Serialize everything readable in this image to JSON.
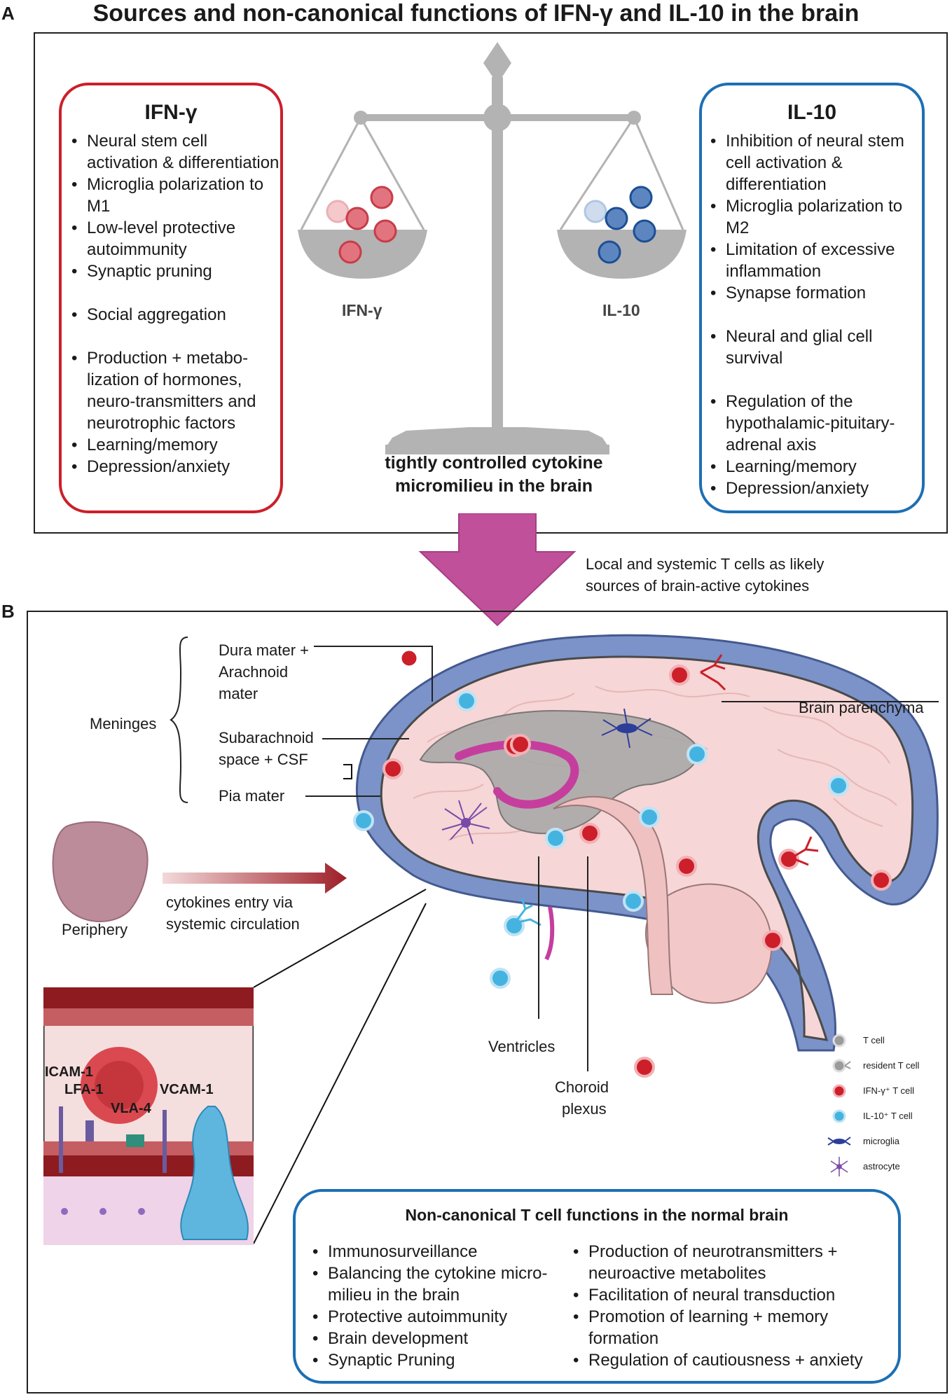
{
  "panelA": {
    "letter": "A",
    "title": "Sources and non-canonical functions of IFN-γ and IL-10 in the brain",
    "ifn_box": {
      "heading": "IFN-γ",
      "items": [
        "Neural stem cell activation & differentiation",
        "Microglia polarization to M1",
        "Low-level protective autoimmunity",
        "Synaptic pruning",
        "Social aggregation",
        "Production + metabo-lization of hormones, neuro-transmitters and neurotrophic factors",
        "Learning/memory",
        "Depression/anxiety"
      ],
      "color": "#cc1f2a"
    },
    "il10_box": {
      "heading": "IL-10",
      "items": [
        "Inhibition of neural stem cell activation & differentiation",
        "Microglia polarization to M2",
        "Limitation of excessive inflammation",
        "Synapse formation",
        "Neural and glial cell survival",
        "Regulation of the hypothalamic-pituitary-adrenal axis",
        "Learning/memory",
        "Depression/anxiety"
      ],
      "color": "#1c6fb5"
    },
    "scale": {
      "left_label": "IFN-γ",
      "right_label": "IL-10",
      "caption_line1": "tightly controlled cytokine",
      "caption_line2": "micromilieu in the brain"
    },
    "arrow_caption_line1": "Local and systemic T cells as likely",
    "arrow_caption_line2": "sources of brain-active cytokines"
  },
  "panelB": {
    "letter": "B",
    "meninges": "Meninges",
    "dura": "Dura mater +",
    "arachnoid1": "Arachnoid",
    "arachnoid2": "mater",
    "subarachnoid1": "Subarachnoid",
    "subarachnoid2": "space + CSF",
    "pia": "Pia mater",
    "parenchyma": "Brain parenchyma",
    "periphery": "Periphery",
    "entry1": "cytokines entry via",
    "entry2": "systemic circulation",
    "ventricles": "Ventricles",
    "choroid1": "Choroid",
    "choroid2": "plexus",
    "vessel": {
      "icam": "ICAM-1",
      "lfa": "LFA-1",
      "vla": "VLA-4",
      "vcam": "VCAM-1"
    },
    "legend": [
      {
        "label": "T cell",
        "icon": "t-cell-icon"
      },
      {
        "label": "resident T cell",
        "icon": "resident-t-cell-icon"
      },
      {
        "label": "IFN-γ⁺ T cell",
        "icon": "ifn-t-cell-icon"
      },
      {
        "label": "IL-10⁺ T cell",
        "icon": "il10-t-cell-icon"
      },
      {
        "label": "microglia",
        "icon": "microglia-icon"
      },
      {
        "label": "astrocyte",
        "icon": "astrocyte-icon"
      }
    ],
    "functions": {
      "title": "Non-canonical T cell functions in the normal brain",
      "left": [
        "Immunosurveillance",
        "Balancing the cytokine micro-milieu in the brain",
        "Protective autoimmunity",
        "Brain development",
        "Synaptic Pruning"
      ],
      "right": [
        "Production of neurotransmitters + neuroactive metabolites",
        "Facilitation of neural transduction",
        "Promotion of learning + memory formation",
        "Regulation of cautiousness + anxiety"
      ]
    }
  },
  "colors": {
    "ifn_red": "#cc1f2a",
    "il10_blue": "#1c6fb5",
    "arrow_magenta": "#c0509a",
    "meninges_blue": "#7b93c9",
    "brain_pink": "#f6d6d6"
  }
}
